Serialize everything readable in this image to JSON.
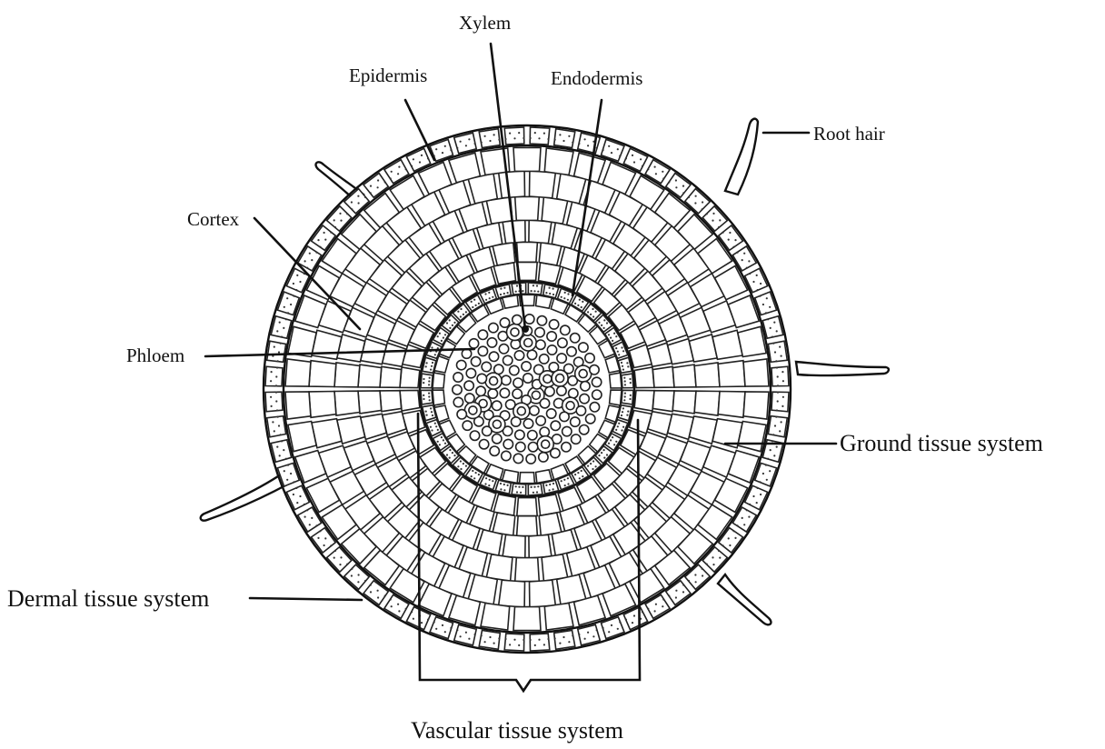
{
  "figure": {
    "labels": {
      "xylem": "Xylem",
      "epidermis": "Epidermis",
      "endodermis": "Endodermis",
      "root_hair": "Root hair",
      "cortex": "Cortex",
      "phloem": "Phloem",
      "ground_tissue": "Ground tissue system",
      "dermal_tissue": "Dermal tissue system",
      "vascular_tissue": "Vascular tissue system"
    }
  }
}
